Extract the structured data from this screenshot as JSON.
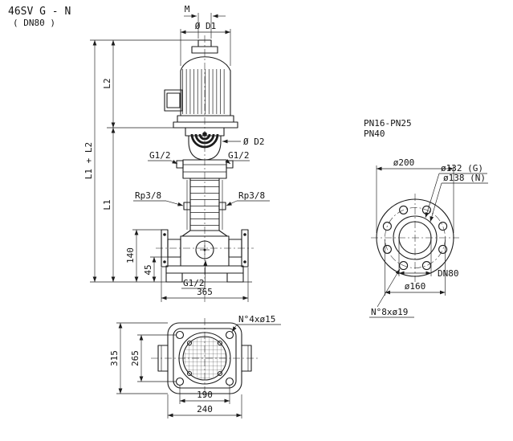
{
  "colors": {
    "ink": "#1c1c1c",
    "background": "#ffffff"
  },
  "title": {
    "model": "46SV G - N",
    "size": "( DN80 )"
  },
  "front_view": {
    "dim_m": "M",
    "dim_d1": "Ø D1",
    "dim_l2": "L2",
    "dim_l1_plus_l2": "L1 + L2",
    "dim_l1": "L1",
    "dim_d2": "Ø D2",
    "port_g12_left": "G1/2",
    "port_g12_right": "G1/2",
    "port_rp38_left": "Rp3/8",
    "port_rp38_right": "Rp3/8",
    "dim_140": "140",
    "dim_45": "45",
    "port_g12_bottom": "G1/2",
    "dim_365": "365"
  },
  "flange_view": {
    "pressure_line1": "PN16-PN25",
    "pressure_line2": "PN40",
    "dim_outer": "ø200",
    "dim_gasket_g": "ø132 (G)",
    "dim_gasket_n": "ø138 (N)",
    "dim_nominal": "DN80",
    "dim_bolt_circle": "ø160",
    "bolt_note": "N°8xø19"
  },
  "top_view": {
    "dim_315": "315",
    "dim_265": "265",
    "bolt_note": "N°4xø15",
    "dim_190": "190",
    "dim_240": "240"
  }
}
